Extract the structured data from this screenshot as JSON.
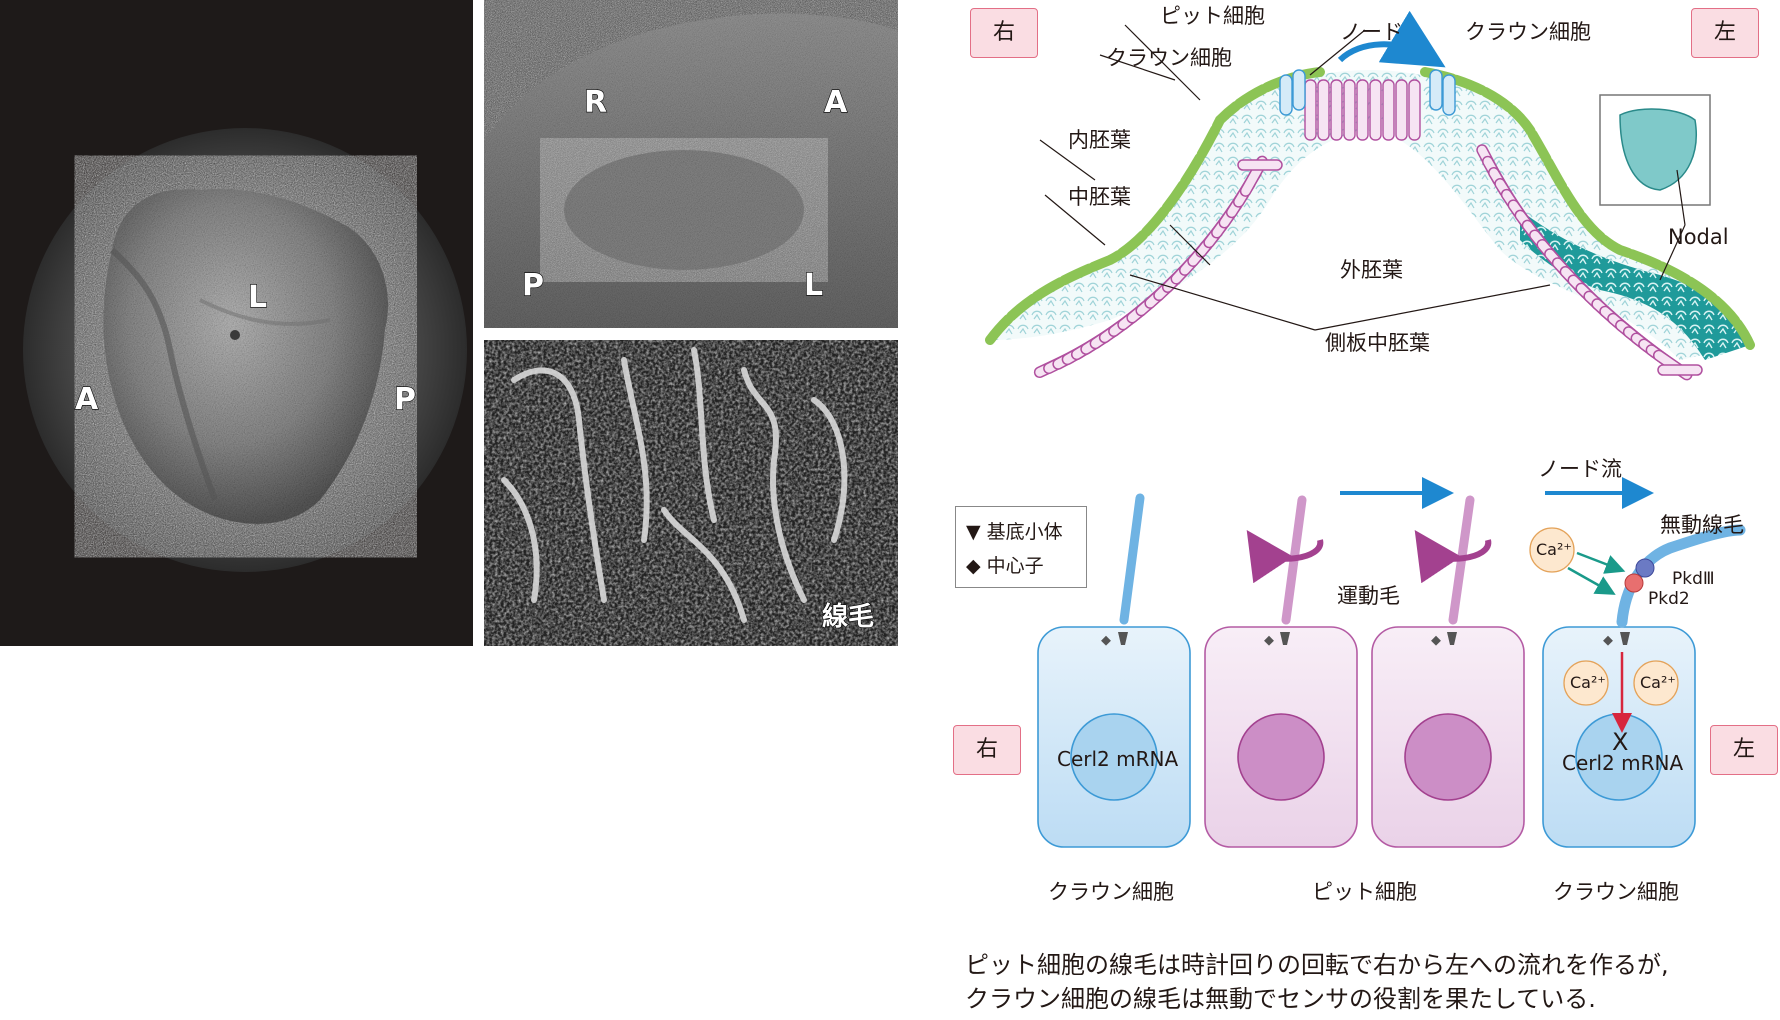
{
  "photos": {
    "embryo": {
      "labels": {
        "left": "A",
        "right": "P",
        "center": "L"
      }
    },
    "node_closeup": {
      "labels": {
        "top_left": "R",
        "top_right": "A",
        "bottom_left": "P",
        "bottom_right": "L"
      }
    },
    "cilia": {
      "label": "線毛"
    }
  },
  "top_diagram": {
    "side_right": "右",
    "side_left": "左",
    "labels": {
      "pit_cell": "ピット細胞",
      "node": "ノード",
      "crown_cell_left": "クラウン細胞",
      "crown_cell_right": "クラウン細胞",
      "endoderm": "内胚葉",
      "mesoderm": "中胚葉",
      "ectoderm": "外胚葉",
      "lateral_plate": "側板中胚葉",
      "nodal": "Nodal"
    }
  },
  "bottom_diagram": {
    "side_right": "右",
    "side_left": "左",
    "legend": {
      "basal_body": "基底小体",
      "centriole": "中心子"
    },
    "labels": {
      "node_flow": "ノード流",
      "motile_cilia": "運動毛",
      "immotile_cilia": "無動線毛",
      "pkd3": "PkdⅢ",
      "pkd2": "Pkd2",
      "ca": "Ca²⁺",
      "cerl2_right": "Cerl2 mRNA",
      "cerl2_left": "Cerl2 mRNA",
      "x_mark": "X",
      "crown_right": "クラウン細胞",
      "pit": "ピット細胞",
      "crown_left": "クラウン細胞"
    }
  },
  "caption": {
    "line1": "ピット細胞の線毛は時計回りの回転で右から左への流れを作るが,",
    "line2": "クラウン細胞の線毛は無動でセンサの役割を果たしている."
  },
  "colors": {
    "crown_blue": "#a9d3ef",
    "pit_purple": "#e8cde6",
    "arrow_blue": "#1e88d0",
    "nodal_teal": "#1f9a9a",
    "endoderm_green": "#8cc455",
    "tag_pink": "#fadde3"
  }
}
